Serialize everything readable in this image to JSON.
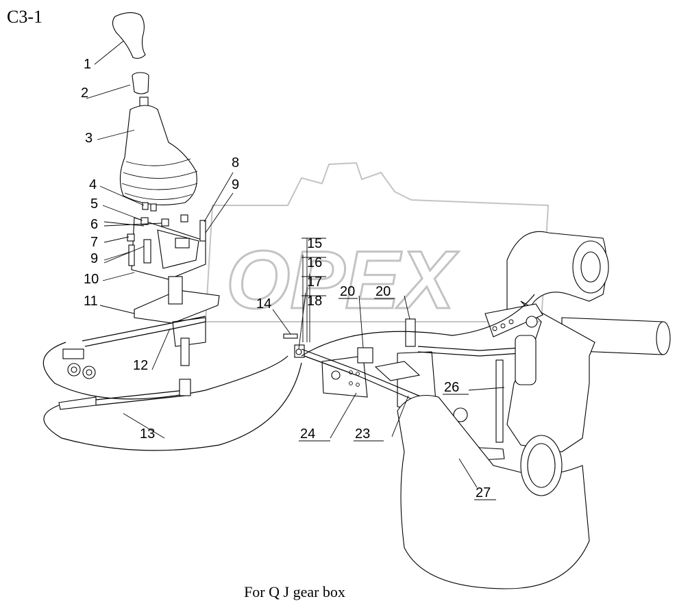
{
  "page_label": "C3-1",
  "caption": "For Q J gear box",
  "watermark": {
    "text": "OPEX",
    "color": "#bdbdbd"
  },
  "callouts": [
    {
      "id": "c1",
      "label": "1"
    },
    {
      "id": "c2",
      "label": "2"
    },
    {
      "id": "c3",
      "label": "3"
    },
    {
      "id": "c4",
      "label": "4"
    },
    {
      "id": "c5",
      "label": "5"
    },
    {
      "id": "c6",
      "label": "6"
    },
    {
      "id": "c7",
      "label": "7"
    },
    {
      "id": "c8",
      "label": "8"
    },
    {
      "id": "c9a",
      "label": "9"
    },
    {
      "id": "c9b",
      "label": "9"
    },
    {
      "id": "c10",
      "label": "10"
    },
    {
      "id": "c11",
      "label": "11"
    },
    {
      "id": "c12",
      "label": "12"
    },
    {
      "id": "c13",
      "label": "13"
    },
    {
      "id": "c14",
      "label": "14"
    },
    {
      "id": "c15",
      "label": "15"
    },
    {
      "id": "c16",
      "label": "16"
    },
    {
      "id": "c17",
      "label": "17"
    },
    {
      "id": "c18",
      "label": "18"
    },
    {
      "id": "c20a",
      "label": "20"
    },
    {
      "id": "c20b",
      "label": "20"
    },
    {
      "id": "c23",
      "label": "23"
    },
    {
      "id": "c24",
      "label": "24"
    },
    {
      "id": "c26",
      "label": "26"
    },
    {
      "id": "c27",
      "label": "27"
    }
  ]
}
